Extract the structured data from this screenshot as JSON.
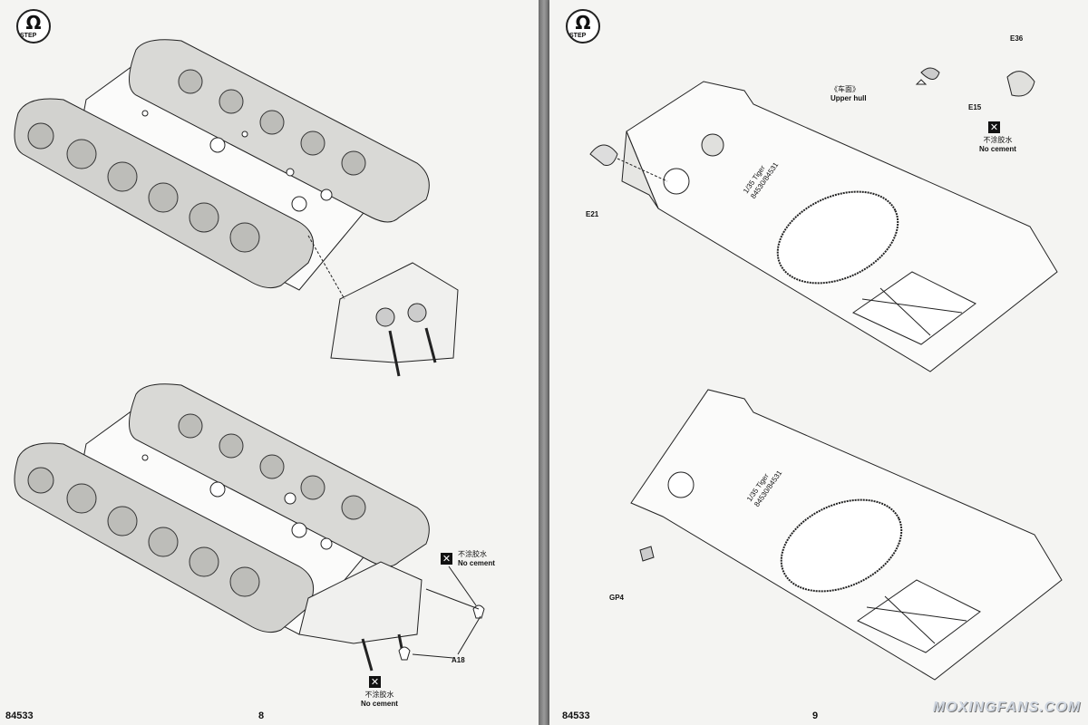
{
  "pages": {
    "left": {
      "step": {
        "number": "Ω",
        "label": "STEP"
      },
      "code": "84533",
      "page_number": "8",
      "notes": [
        {
          "cn": "不涂胶水",
          "en": "No cement"
        },
        {
          "cn": "不涂胶水",
          "en": "No cement"
        }
      ],
      "part_label": "A18"
    },
    "right": {
      "step": {
        "number": "Ω",
        "label": "STEP"
      },
      "code": "84533",
      "page_number": "9",
      "assembly_cn": "《车面》",
      "assembly_en": "Upper hull",
      "parts": {
        "e36": "E36",
        "e15": "E15",
        "e21": "E21",
        "gp4": "GP4"
      },
      "note": {
        "cn": "不涂胶水",
        "en": "No cement"
      },
      "hull_text_1": "1/35  Tiger",
      "hull_text_2": "84530/84531"
    }
  },
  "watermark": "MOXINGFANS.COM"
}
